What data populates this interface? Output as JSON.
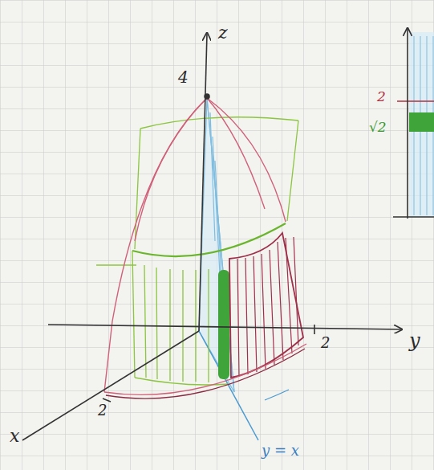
{
  "diagram": {
    "labels": [
      "z",
      "4",
      "y",
      "2",
      "2",
      "x",
      "y = x",
      "2",
      "√2"
    ]
  }
}
